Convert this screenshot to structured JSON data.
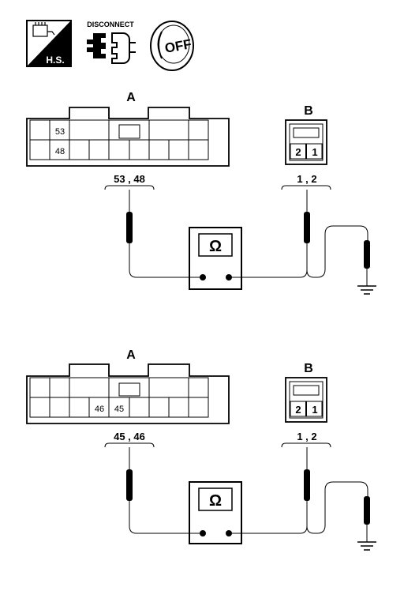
{
  "icons": {
    "hs_label": "H.S.",
    "disconnect_label": "DISCONNECT",
    "off_label": "OFF"
  },
  "diagrams": [
    {
      "connector_a_label": "A",
      "connector_b_label": "B",
      "a_pins": [
        "53",
        "48"
      ],
      "b_pins": [
        "2",
        "1"
      ],
      "a_probe_label": "53 , 48",
      "b_probe_label": "1 , 2",
      "meter_symbol": "Ω"
    },
    {
      "connector_a_label": "A",
      "connector_b_label": "B",
      "a_pins": [
        "46",
        "45"
      ],
      "b_pins": [
        "2",
        "1"
      ],
      "a_probe_label": "45 , 46",
      "b_probe_label": "1 , 2",
      "meter_symbol": "Ω"
    }
  ]
}
